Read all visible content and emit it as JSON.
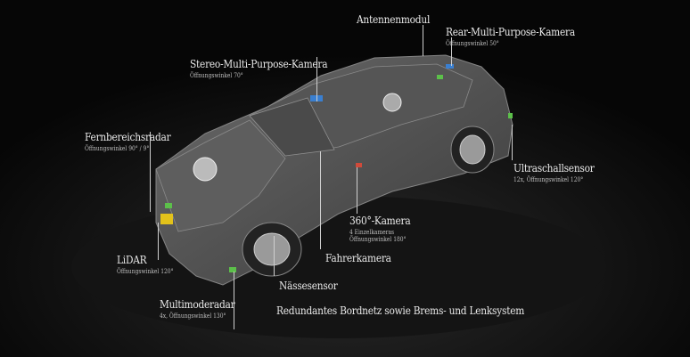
{
  "labels": {
    "antennenmodul": {
      "title": "Antennenmodul"
    },
    "rear_camera": {
      "title": "Rear-Multi-Purpose-Kamera",
      "sub": "Öffnungswinkel 50°"
    },
    "stereo_camera": {
      "title": "Stereo-Multi-Purpose-Kamera",
      "sub": "Öffnungswinkel 70°"
    },
    "fernbereichsradar": {
      "title": "Fernbereichsradar",
      "sub": "Öffnungswinkel 90° / 9°"
    },
    "ultraschallsensor": {
      "title": "Ultraschallsensor",
      "sub": "12x, Öffnungswinkel 120°"
    },
    "kamera_360": {
      "title": "360°-Kamera",
      "sub1": "4 Einzelkameras",
      "sub2": "Öffnungswinkel 180°"
    },
    "fahrerkamera": {
      "title": "Fahrerkamera"
    },
    "naessesensor": {
      "title": "Nässesensor"
    },
    "lidar": {
      "title": "LiDAR",
      "sub": "Öffnungswinkel 120°"
    },
    "multimoderadar": {
      "title": "Multimoderadar",
      "sub": "4x, Öffnungswinkel 130°"
    },
    "bordnetz": {
      "title": "Redundantes Bordnetz sowie Brems- und Lenksystem"
    }
  },
  "colors": {
    "camera": "#3a7fd0",
    "radar": "#5cc04a",
    "lidar": "#e3c21a",
    "sensor_red": "#d04a3a"
  }
}
